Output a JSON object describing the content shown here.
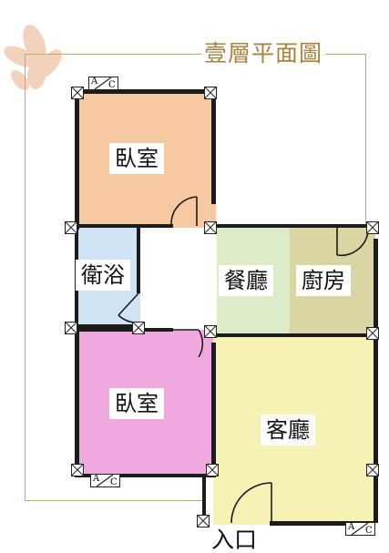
{
  "plan": {
    "title": "壹層平面圖",
    "entrance_label": "入口",
    "ac_label_a": "A",
    "ac_label_c": "C"
  },
  "rooms": {
    "bedroom_top": {
      "label": "臥室",
      "color": "#f6c9a1"
    },
    "bathroom": {
      "label": "衛浴",
      "color": "#cfe3f4"
    },
    "dining": {
      "label": "餐廳",
      "color": "#dcebc8"
    },
    "kitchen": {
      "label": "廚房",
      "color": "#d9d6a4"
    },
    "bedroom_bottom": {
      "label": "臥室",
      "color": "#f0a9df"
    },
    "living": {
      "label": "客廳",
      "color": "#f6f2b5"
    }
  },
  "colors": {
    "frame": "#c8aa5a",
    "title": "#a8823e",
    "wall": "#1c1c1c",
    "petal": "#f0c4a8"
  }
}
